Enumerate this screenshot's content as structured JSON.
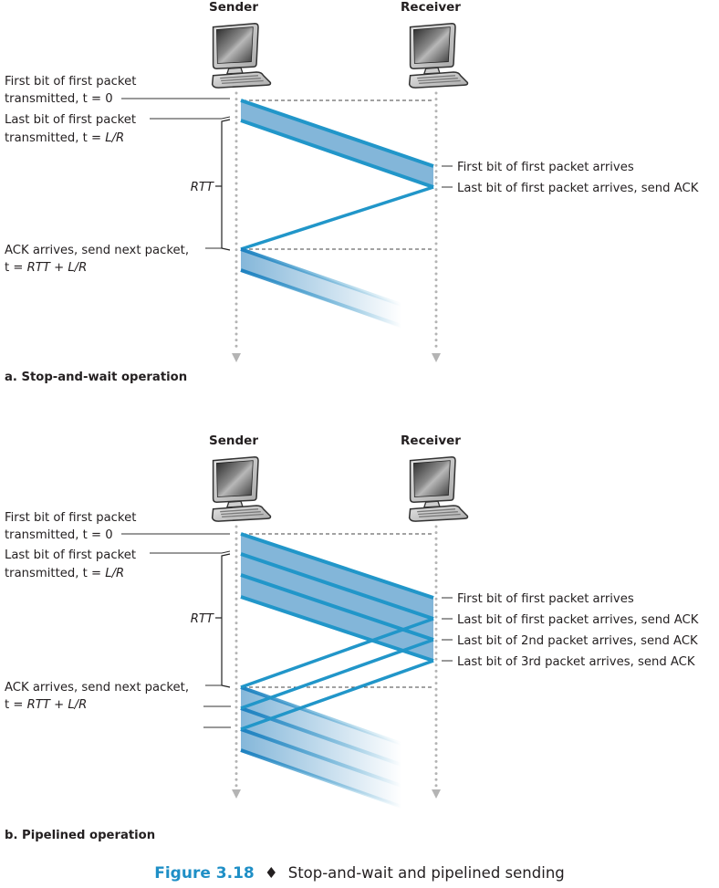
{
  "colors": {
    "packet_fill": "#83b6d9",
    "packet_edge": "#2196c9",
    "ack_line": "#2196c9",
    "timeline_dots": "#b4b4b4",
    "leader": "#333333",
    "figure_accent": "#1f8fc6"
  },
  "icons": {
    "host": "desktop-computer-icon",
    "timeline_end": "triangle-down-arrow-icon"
  },
  "panel_a": {
    "sender_label": "Sender",
    "receiver_label": "Receiver",
    "left_labels": {
      "first_bit_line1": "First bit of first packet",
      "first_bit_line2": "transmitted, t = 0",
      "last_bit_line1": "Last bit of first packet",
      "last_bit_line2_prefix": "transmitted, t = ",
      "last_bit_line2_italic": "L/R",
      "rtt": "RTT",
      "ack_line1": "ACK arrives, send next packet,",
      "ack_line2_prefix": "t = ",
      "ack_line2_italic": "RTT + L/R"
    },
    "right_labels": [
      "First bit of first packet arrives",
      "Last bit of first packet arrives, send ACK"
    ],
    "caption": "a. Stop-and-wait operation"
  },
  "panel_b": {
    "sender_label": "Sender",
    "receiver_label": "Receiver",
    "left_labels": {
      "first_bit_line1": "First bit of first packet",
      "first_bit_line2": "transmitted, t = 0",
      "last_bit_line1": "Last bit of first packet",
      "last_bit_line2_prefix": "transmitted, t = ",
      "last_bit_line2_italic": "L/R",
      "rtt": "RTT",
      "ack_line1": "ACK arrives, send next packet,",
      "ack_line2_prefix": "t = ",
      "ack_line2_italic": "RTT + L/R"
    },
    "right_labels": [
      "First bit of first packet arrives",
      "Last bit of first packet arrives, send ACK",
      "Last bit of 2nd packet arrives, send ACK",
      "Last bit of 3rd packet arrives, send ACK"
    ],
    "caption": "b. Pipelined operation"
  },
  "figure": {
    "number": "Figure 3.18",
    "separator": "♦",
    "title": "Stop-and-wait and pipelined sending"
  }
}
